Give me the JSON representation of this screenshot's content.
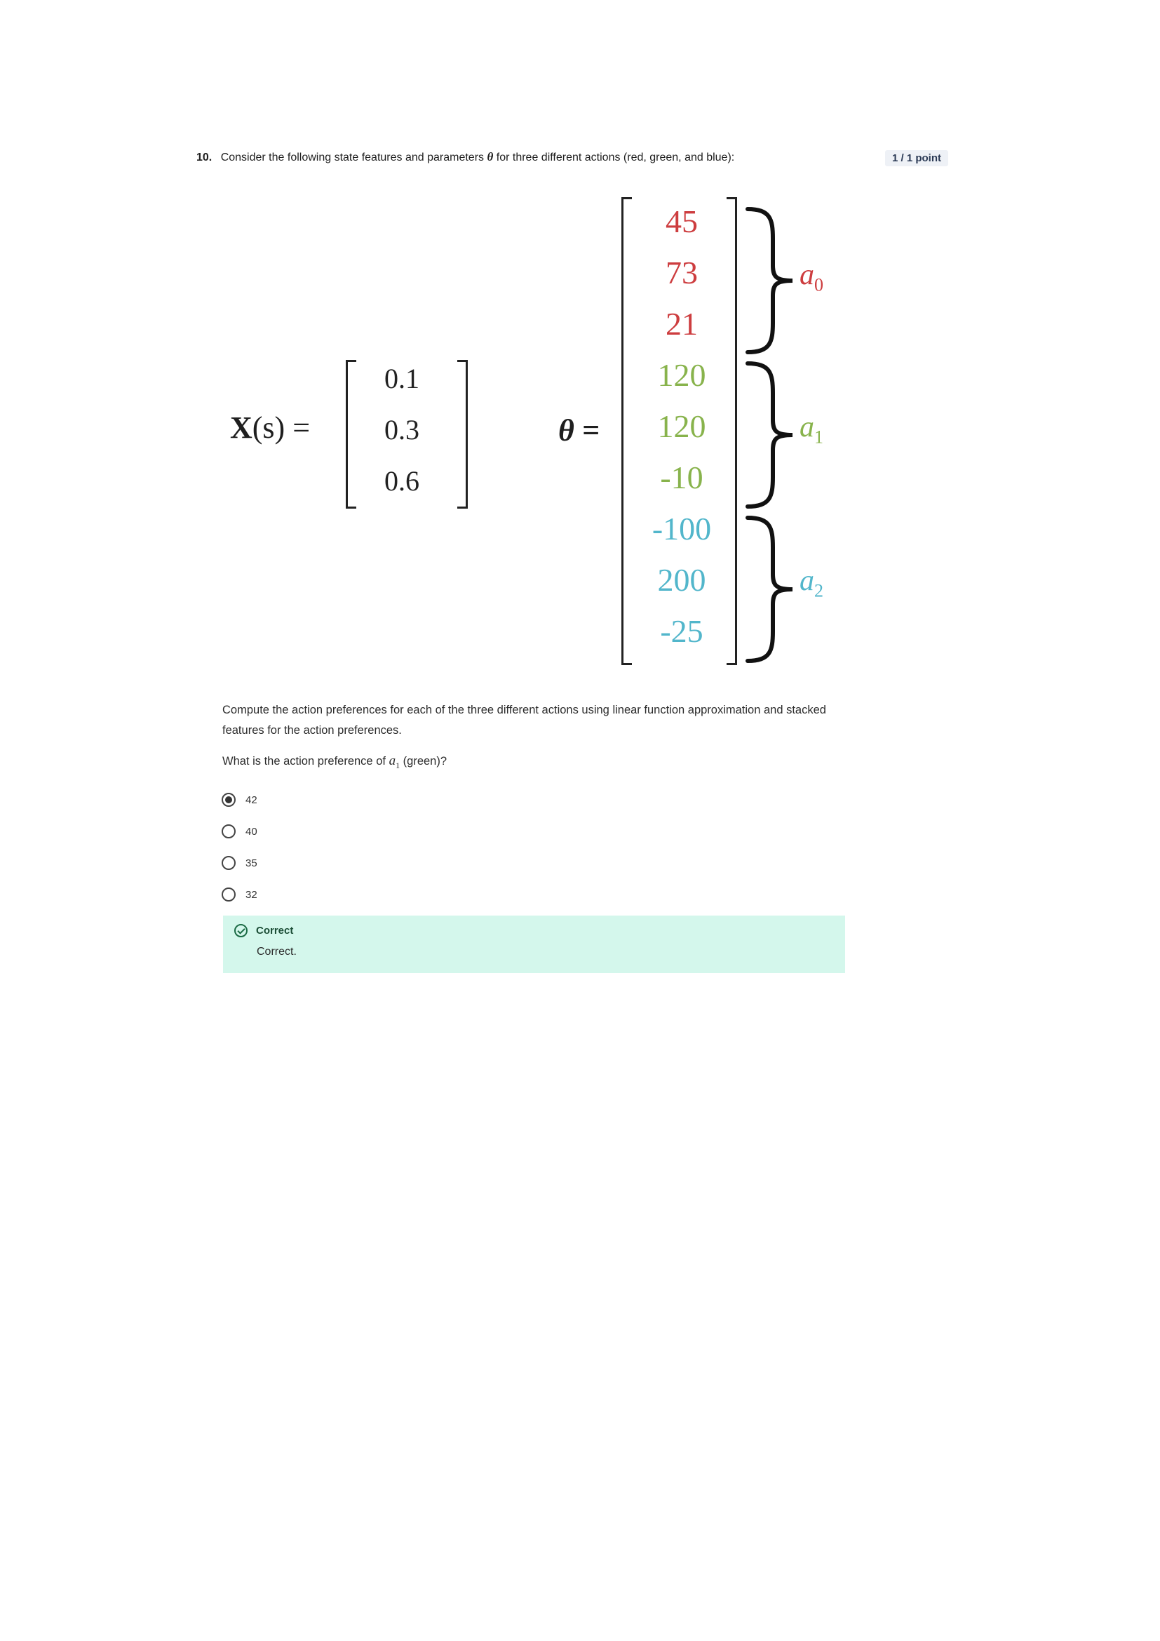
{
  "question": {
    "number": "10.",
    "text_before": "Consider the following state features and parameters",
    "theta_symbol": "θ",
    "text_after": "for three different actions (red, green, and blue):",
    "points": "1 / 1 point"
  },
  "figure": {
    "xs_symbol": "X",
    "xs_arg": "(s) =",
    "xs_values": [
      "0.1",
      "0.3",
      "0.6"
    ],
    "theta_label": "θ =",
    "theta_values": [
      "45",
      "73",
      "21",
      "120",
      "120",
      "-10",
      "-100",
      "200",
      "-25"
    ],
    "action_labels": [
      {
        "a": "a",
        "sub": "0"
      },
      {
        "a": "a",
        "sub": "1"
      },
      {
        "a": "a",
        "sub": "2"
      }
    ],
    "colors": {
      "red": "#cd3d3f",
      "green": "#88b34c",
      "blue": "#52b6cb"
    }
  },
  "prompt": "Compute the action preferences for each of the three different actions using linear function approximation and stacked features for the action preferences.",
  "sub_question": {
    "before": "What is the action preference of",
    "var": "a",
    "sub": "1",
    "after": "(green)?"
  },
  "options": [
    {
      "label": "42",
      "selected": true
    },
    {
      "label": "40",
      "selected": false
    },
    {
      "label": "35",
      "selected": false
    },
    {
      "label": "32",
      "selected": false
    }
  ],
  "feedback": {
    "title": "Correct",
    "text": "Correct."
  }
}
